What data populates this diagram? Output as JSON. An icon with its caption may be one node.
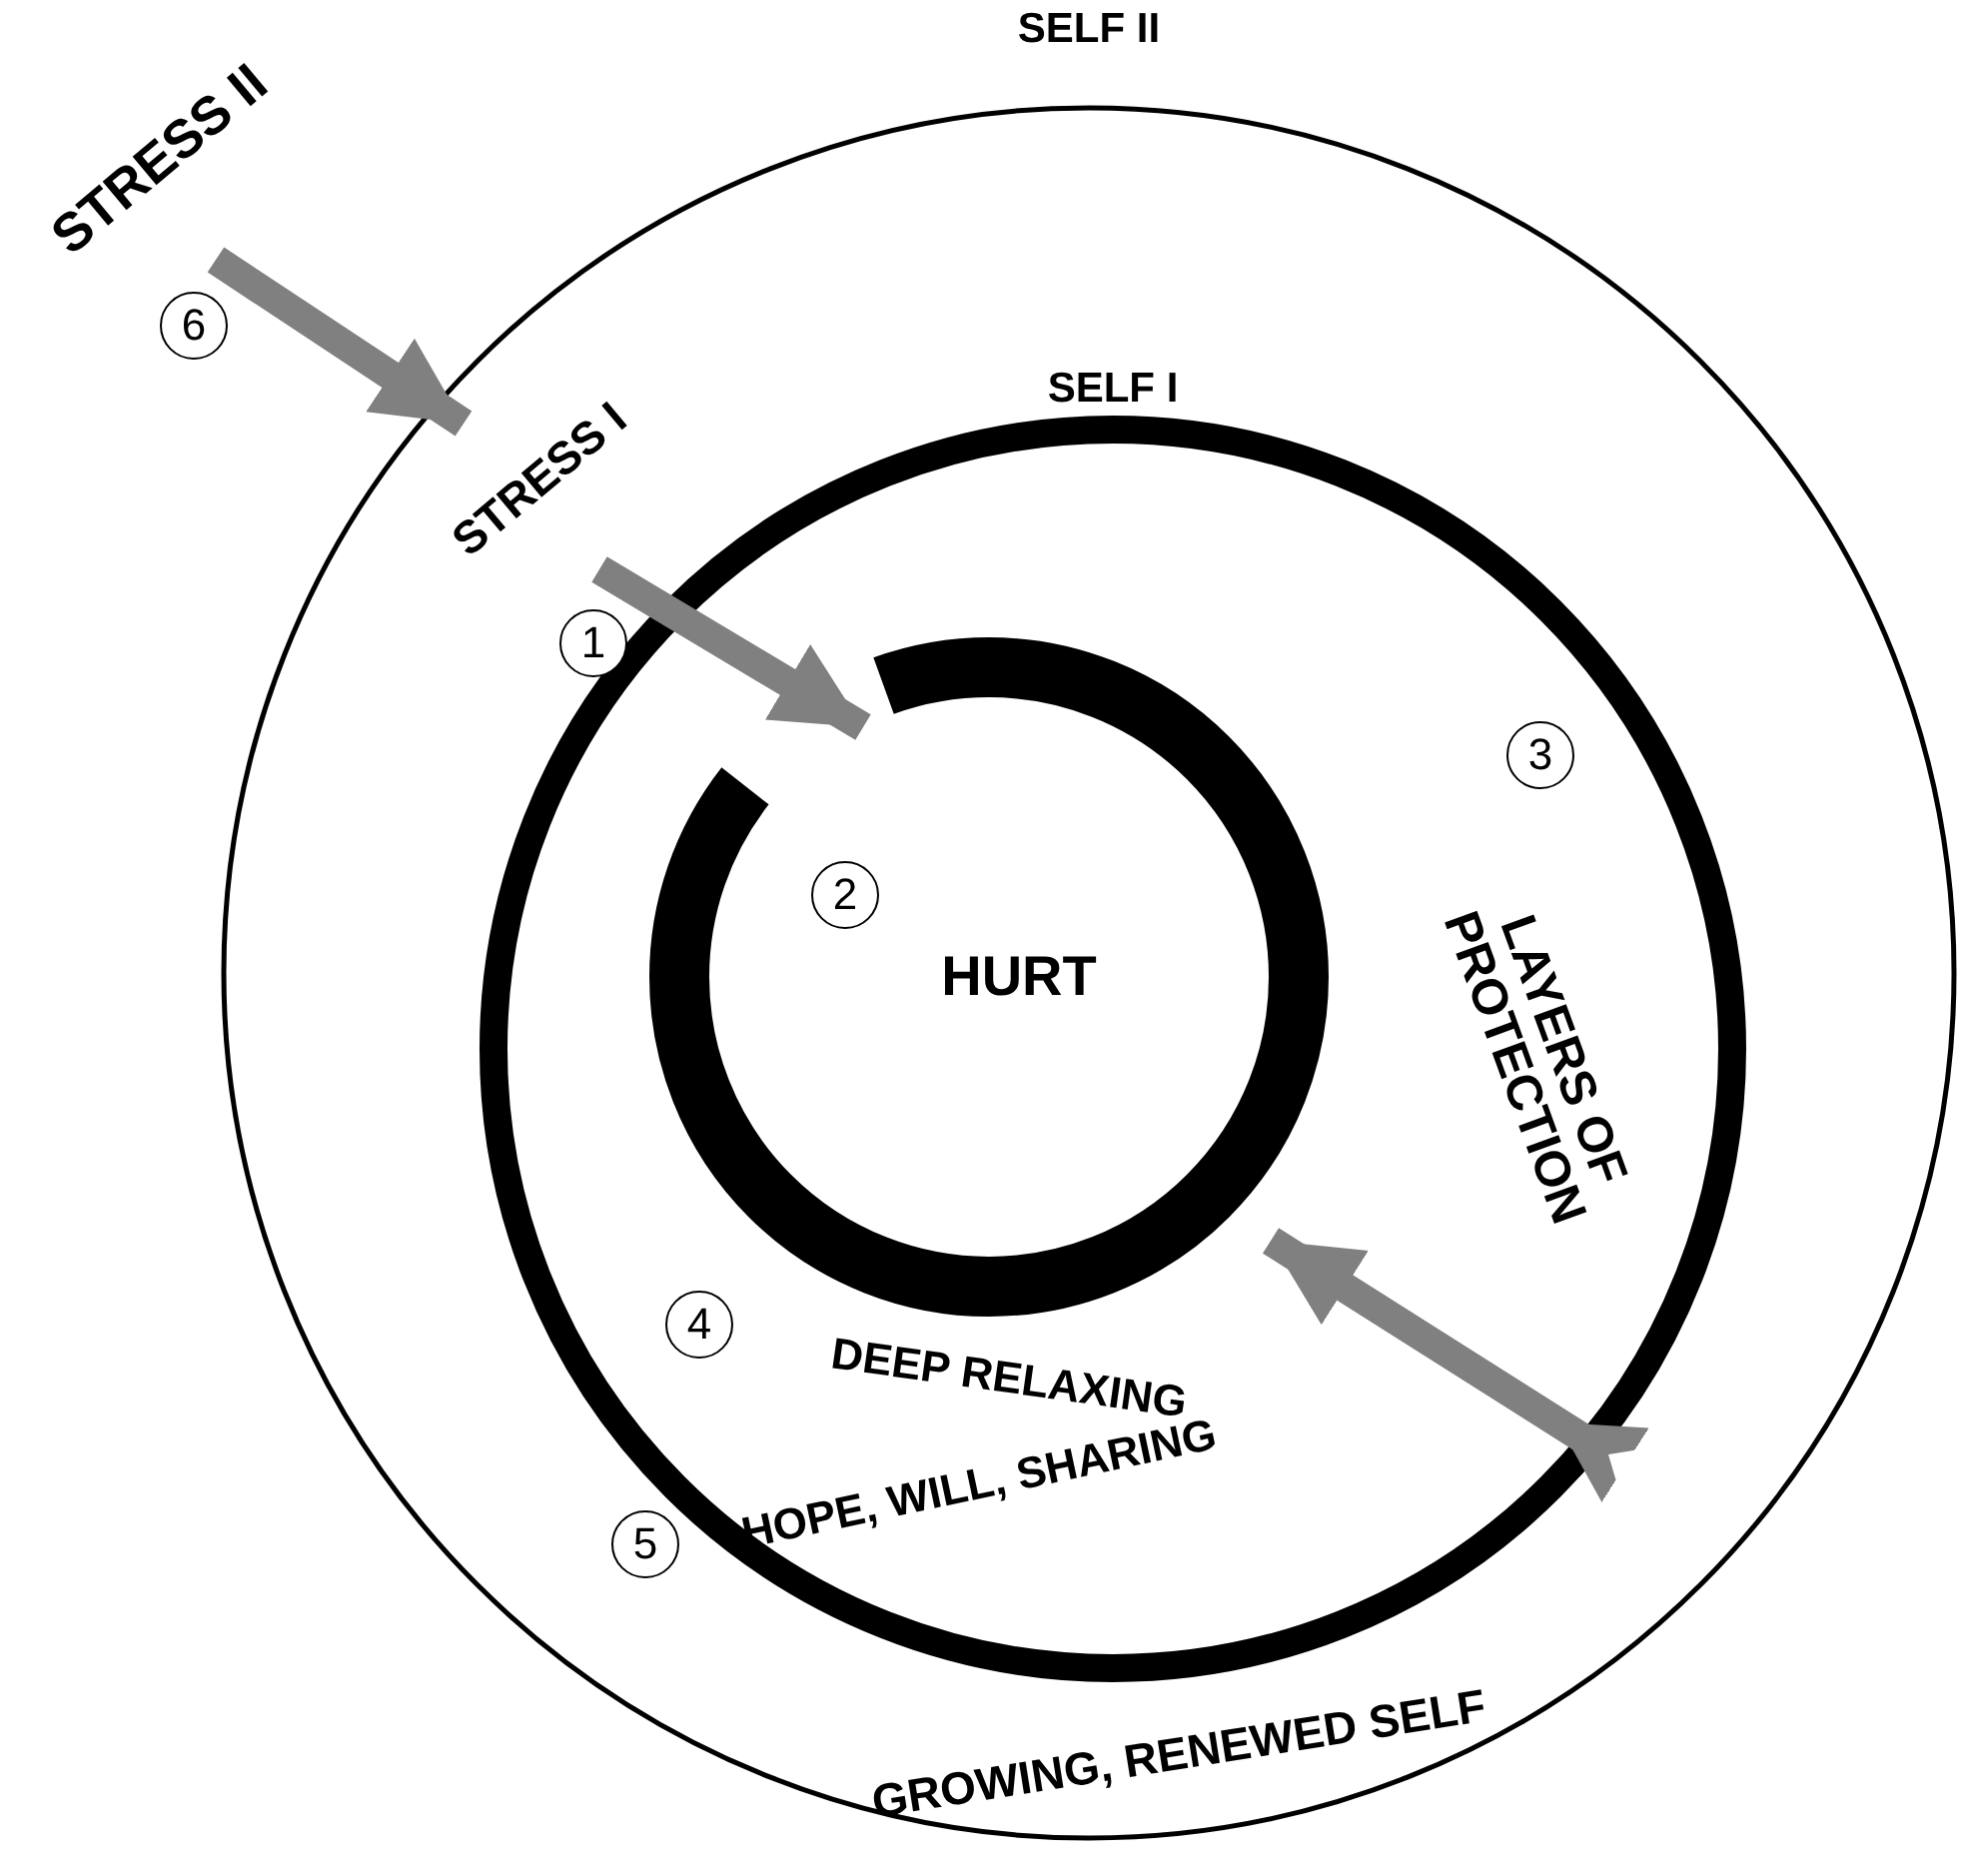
{
  "diagram": {
    "nodes": [
      {
        "text": [
          "SELF II"
        ]
      },
      {
        "text": [
          "SELF I"
        ],
        "in": 0
      },
      {
        "text": [
          "HURT"
        ],
        "in": 1
      },
      {
        "text": [
          "STRESS II"
        ]
      },
      {
        "text": [
          "STRESS I"
        ],
        "in": 0
      }
    ],
    "edges": [
      {
        "from": 3,
        "to": 0,
        "arrow": "to"
      },
      {
        "from": 4,
        "to": 2,
        "arrow": "to"
      },
      {
        "from": null,
        "to": 2,
        "arrow": "to"
      }
    ],
    "labels": [
      "6",
      "1",
      "3",
      "LAYERS OF PROTECTION",
      "2",
      "4",
      "DEEP RELAXING",
      "HOPE, WILL, SHARING",
      "5",
      "GROWING, RENEWED SELF"
    ]
  }
}
